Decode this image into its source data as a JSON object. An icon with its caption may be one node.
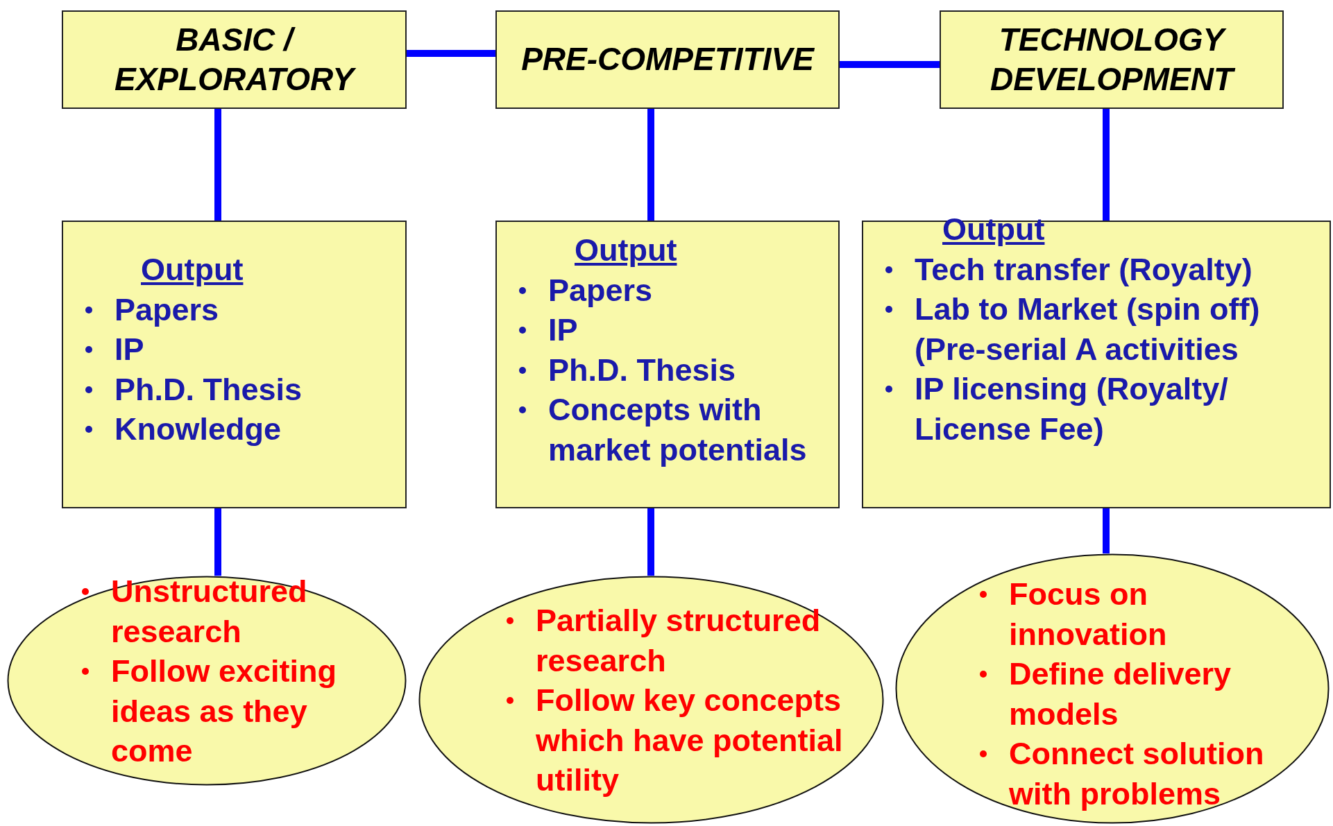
{
  "diagram": {
    "nodes": [
      {
        "text": [
          "BASIC / EXPLORATORY"
        ]
      },
      {
        "text": [
          "PRE-COMPETITIVE"
        ]
      },
      {
        "text": [
          "TECHNOLOGY DEVELOPMENT"
        ]
      },
      {
        "text": [
          "Output",
          "Papers",
          "IP",
          "Ph.D. Thesis",
          "Knowledge"
        ]
      },
      {
        "text": [
          "Output",
          "Papers",
          "IP",
          "Ph.D. Thesis",
          "Concepts with market potentials"
        ]
      },
      {
        "text": [
          "Output",
          "Tech transfer (Royalty)",
          "Lab to Market (spin off) (Pre-serial A activities",
          "IP licensing (Royalty/ License Fee)"
        ]
      },
      {
        "text": [
          "Unstructured research",
          "Follow exciting ideas as they come"
        ]
      },
      {
        "text": [
          "Partially structured research",
          "Follow key concepts which have potential utility"
        ]
      },
      {
        "text": [
          "Focus on innovation",
          "Define delivery models",
          "Connect solution with problems"
        ]
      }
    ],
    "edges": [
      {
        "from": 0,
        "to": 1,
        "arrow": "none"
      },
      {
        "from": 1,
        "to": 2,
        "arrow": "none"
      },
      {
        "from": 0,
        "to": 3,
        "arrow": "none"
      },
      {
        "from": 1,
        "to": 4,
        "arrow": "none"
      },
      {
        "from": 2,
        "to": 5,
        "arrow": "none"
      },
      {
        "from": 3,
        "to": 6,
        "arrow": "none"
      },
      {
        "from": 4,
        "to": 7,
        "arrow": "none"
      },
      {
        "from": 5,
        "to": 8,
        "arrow": "none"
      }
    ]
  }
}
